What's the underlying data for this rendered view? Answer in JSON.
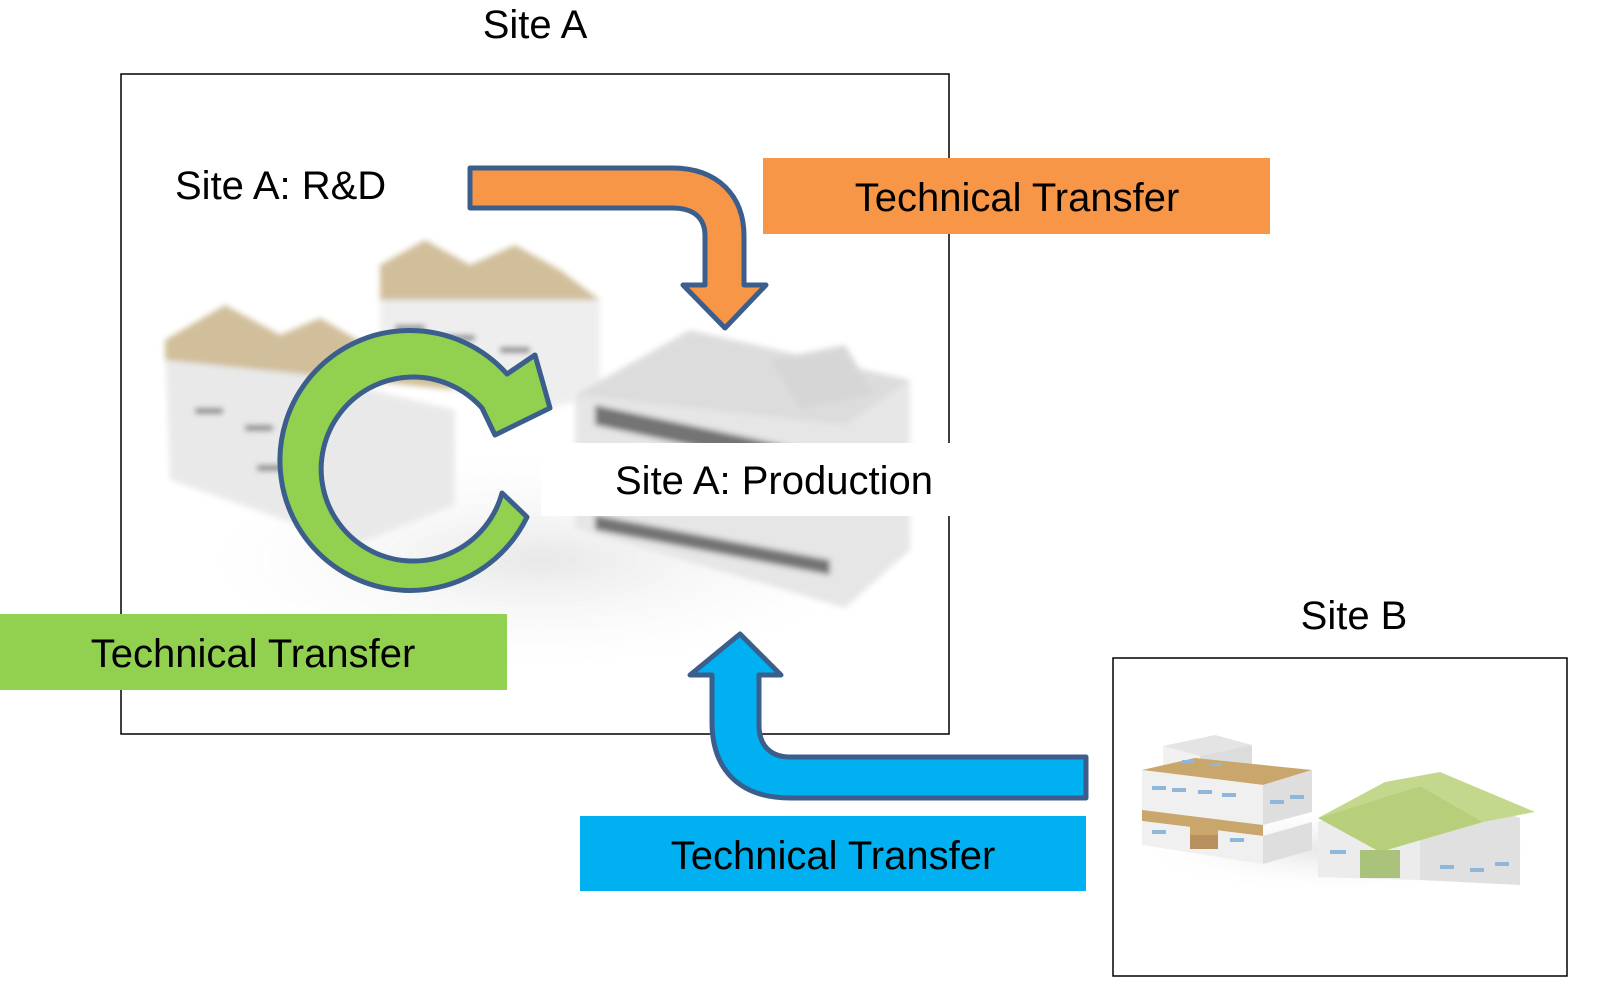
{
  "site_a": {
    "title": "Site A",
    "rnd_label": "Site A: R&D",
    "production_label": "Site A: Production"
  },
  "site_b": {
    "title": "Site B"
  },
  "transfers": {
    "rnd_to_production": {
      "label": "Technical Transfer",
      "color": "#F79646"
    },
    "internal_cycle": {
      "label": "Technical Transfer",
      "color": "#92D050"
    },
    "site_b_to_site_a": {
      "label": "Technical Transfer",
      "color": "#00B0F0"
    }
  },
  "colors": {
    "arrow_outline": "#3B5E8C",
    "frame": "#000000",
    "building_wall": "#E9E9E9",
    "roof_tan": "#C9B48A",
    "roof_green": "#C3D88C"
  }
}
